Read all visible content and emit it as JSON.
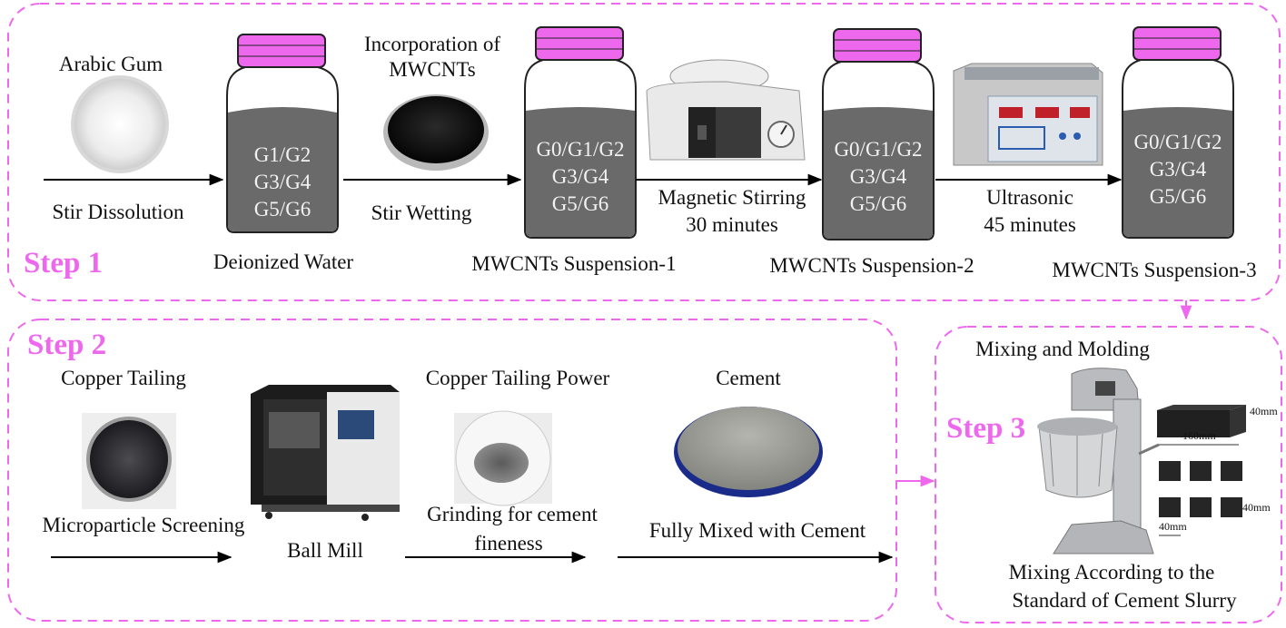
{
  "steps": {
    "step1": "Step 1",
    "step2": "Step 2",
    "step3": "Step 3"
  },
  "step1": {
    "arabic_gum": "Arabic Gum",
    "stir_dissolution": "Stir Dissolution",
    "jar1_lines": [
      "G1/G2",
      "G3/G4",
      "G5/G6"
    ],
    "deionized_water": "Deionized Water",
    "incorporation_line1": "Incorporation of",
    "incorporation_line2": "MWCNTs",
    "stir_wetting": "Stir Wetting",
    "jar2_lines": [
      "G0/G1/G2",
      "G3/G4",
      "G5/G6"
    ],
    "suspension1": "MWCNTs Suspension-1",
    "magnetic_line1": "Magnetic Stirring",
    "magnetic_line2": "30 minutes",
    "jar3_lines": [
      "G0/G1/G2",
      "G3/G4",
      "G5/G6"
    ],
    "suspension2": "MWCNTs Suspension-2",
    "ultrasonic_line1": "Ultrasonic",
    "ultrasonic_line2": "45 minutes",
    "jar4_lines": [
      "G0/G1/G2",
      "G3/G4",
      "G5/G6"
    ],
    "suspension3": "MWCNTs Suspension-3"
  },
  "step2": {
    "copper_tailing": "Copper Tailing",
    "microparticle_screening": "Microparticle Screening",
    "ball_mill": "Ball Mill",
    "copper_tailing_power": "Copper Tailing Power",
    "grinding_line1": "Grinding for cement",
    "grinding_line2": "fineness",
    "cement": "Cement",
    "fully_mixed": "Fully Mixed with Cement"
  },
  "step3": {
    "mixing_molding": "Mixing and Molding",
    "dim_40mm_top": "40mm",
    "dim_160mm": "160mm",
    "dim_40mm_right": "40mm",
    "dim_40mm_bottom": "40mm",
    "mixing_line1": "Mixing According to the",
    "mixing_line2": "Standard of Cement Slurry"
  },
  "colors": {
    "accent": "#ee68ee",
    "lid": "#ee68ee",
    "liquid": "#6a6a6a"
  }
}
